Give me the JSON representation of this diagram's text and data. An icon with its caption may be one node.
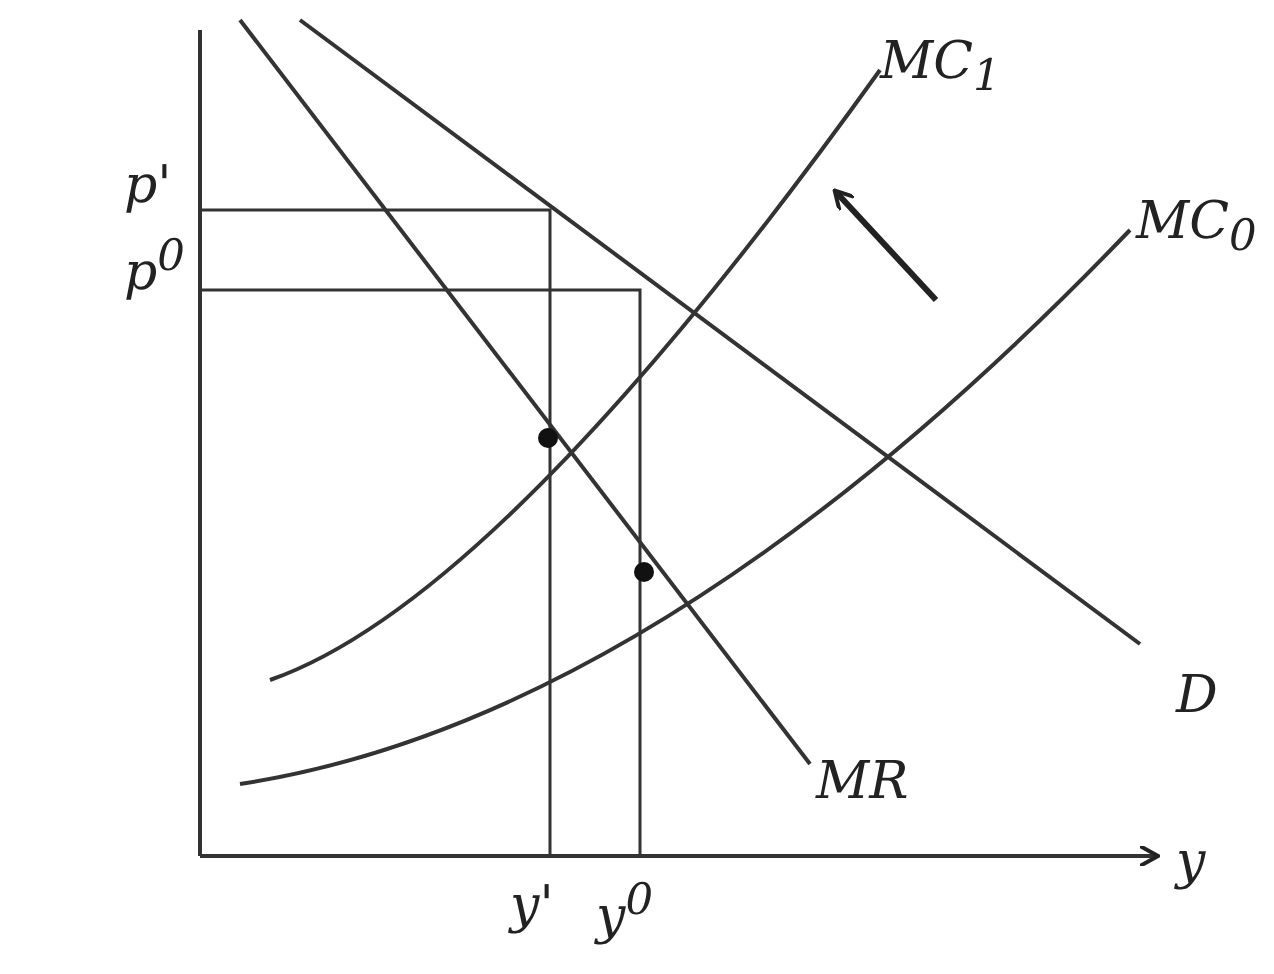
{
  "diagram": {
    "labels": [
      "MC$_{1}$",
      "p'",
      "MC$_{0}$",
      "p$^{0}$",
      "D",
      "MR",
      "y'",
      "y$^{0}$",
      "y"
    ]
  }
}
